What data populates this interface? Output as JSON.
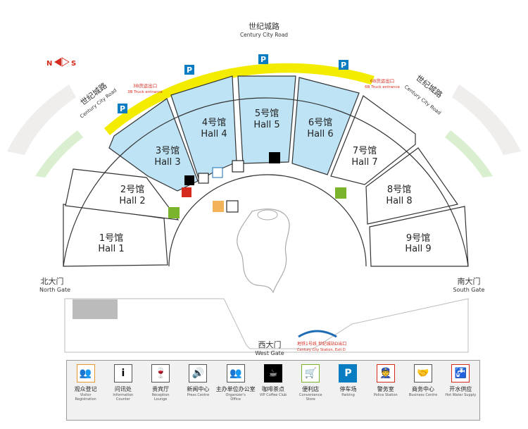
{
  "roads": {
    "top_cn": "世纪城路",
    "top_en": "Century City Road",
    "left_cn": "世纪城路",
    "left_en": "Century City Road",
    "right_cn": "世纪城路",
    "right_en": "Century City Road"
  },
  "compass": {
    "north": "N",
    "south": "S"
  },
  "truck_entrances": [
    {
      "cn": "3B货运出口",
      "en": "3B Truck entrance"
    },
    {
      "cn": "6B货运出口",
      "en": "6B Truck entrance"
    }
  ],
  "halls": [
    {
      "cn": "1号馆",
      "en": "Hall 1",
      "shaded": false
    },
    {
      "cn": "2号馆",
      "en": "Hall 2",
      "shaded": false
    },
    {
      "cn": "3号馆",
      "en": "Hall 3",
      "shaded": true
    },
    {
      "cn": "4号馆",
      "en": "Hall 4",
      "shaded": true
    },
    {
      "cn": "5号馆",
      "en": "Hall 5",
      "shaded": true
    },
    {
      "cn": "6号馆",
      "en": "Hall 6",
      "shaded": true
    },
    {
      "cn": "7号馆",
      "en": "Hall 7",
      "shaded": false
    },
    {
      "cn": "8号馆",
      "en": "Hall 8",
      "shaded": false
    },
    {
      "cn": "9号馆",
      "en": "Hall 9",
      "shaded": false
    }
  ],
  "gates": {
    "north_cn": "北大门",
    "north_en": "North Gate",
    "south_cn": "南大门",
    "south_en": "South Gate",
    "west_cn": "西大门",
    "west_en": "West Gate"
  },
  "metro": {
    "cn": "地铁1号线 世纪城站D出口",
    "en": "Century City Station, Exit D"
  },
  "colors": {
    "hall_shaded": "#bde3f5",
    "road_yellow": "#f3ec00",
    "road_green": "#d9efcf",
    "road_pink": "#f0ecec",
    "parking_blue": "#0a7cc2",
    "shop_green": "#7ab42c",
    "red": "#d52b1e"
  },
  "legend": [
    {
      "icon": "visitor-registration-icon",
      "glyph": "👥",
      "cn": "观众登记",
      "en": "Visitor Registration"
    },
    {
      "icon": "information-icon",
      "glyph": "i",
      "cn": "问讯处",
      "en": "Information Counter"
    },
    {
      "icon": "reception-icon",
      "glyph": "🍷",
      "cn": "贵宾厅",
      "en": "Reception Lounge"
    },
    {
      "icon": "press-centre-icon",
      "glyph": "🔊",
      "cn": "新闻中心",
      "en": "Press Centre"
    },
    {
      "icon": "organizer-office-icon",
      "glyph": "👥",
      "cn": "主办单位办公室",
      "en": "Organizer's Office"
    },
    {
      "icon": "coffee-icon",
      "glyph": "☕",
      "cn": "咖啡茶点",
      "en": "VIP Coffee Club"
    },
    {
      "icon": "convenience-store-icon",
      "glyph": "🛒",
      "cn": "便利店",
      "en": "Convenience Store"
    },
    {
      "icon": "parking-icon",
      "glyph": "P",
      "cn": "停车场",
      "en": "Parking"
    },
    {
      "icon": "police-icon",
      "glyph": "👮",
      "cn": "警务室",
      "en": "Police Station"
    },
    {
      "icon": "business-centre-icon",
      "glyph": "🤝",
      "cn": "商务中心",
      "en": "Business Centre"
    },
    {
      "icon": "hot-water-icon",
      "glyph": "🚰",
      "cn": "开水供应",
      "en": "Hot Water Supply"
    }
  ]
}
